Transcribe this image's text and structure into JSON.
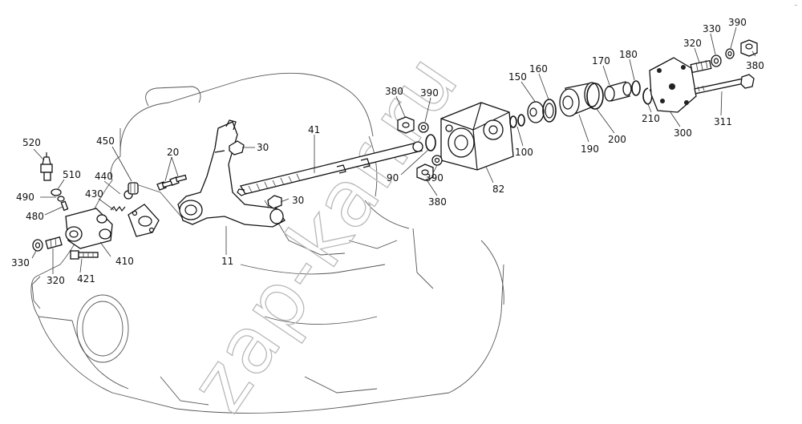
{
  "diagram": {
    "watermark": "zap-kar.ru",
    "corner_mark": "…",
    "part_labels": {
      "p520": "520",
      "p510": "510",
      "p490": "490",
      "p480": "480",
      "p450": "450",
      "p440": "440",
      "p430": "430",
      "p410": "410",
      "p330a": "330",
      "p320a": "320",
      "p421": "421",
      "p20": "20",
      "p30a": "30",
      "p30b": "30",
      "p11": "11",
      "p41": "41",
      "p380a": "380",
      "p390a": "390",
      "p90": "90",
      "p390b": "390",
      "p380b": "380",
      "p82": "82",
      "p100": "100",
      "p150": "150",
      "p160": "160",
      "p170": "170",
      "p180": "180",
      "p190": "190",
      "p200": "200",
      "p210": "210",
      "p300": "300",
      "p311": "311",
      "p320b": "320",
      "p330b": "330",
      "p390c": "390",
      "p380c": "380"
    }
  }
}
